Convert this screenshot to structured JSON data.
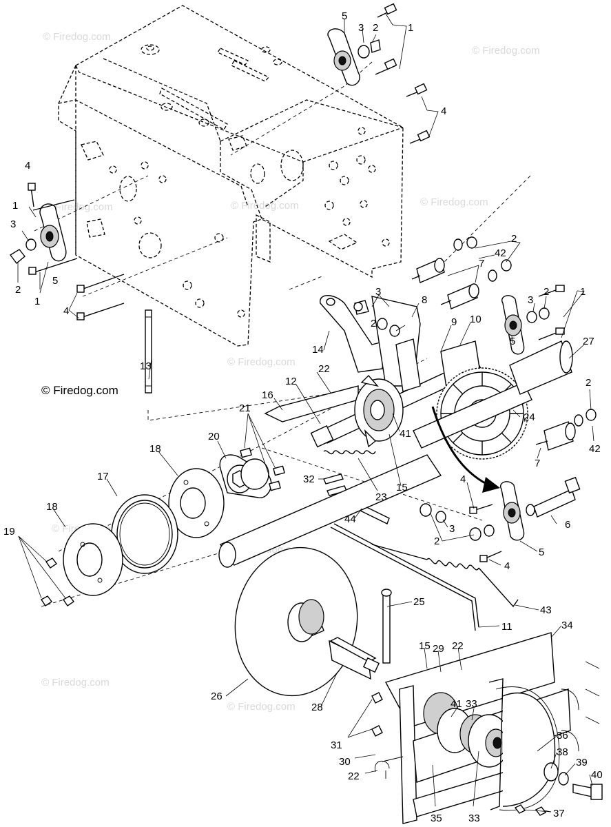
{
  "brand": "© Firedog.com",
  "watermark": "© Firedog.com",
  "watermark_copies": 10,
  "callouts": [
    {
      "id": "c5a",
      "text": "5"
    },
    {
      "id": "c3a",
      "text": "3"
    },
    {
      "id": "c2a",
      "text": "2"
    },
    {
      "id": "c1a",
      "text": "1"
    },
    {
      "id": "c4a",
      "text": "4"
    },
    {
      "id": "c4b",
      "text": "4"
    },
    {
      "id": "c1b",
      "text": "1"
    },
    {
      "id": "c3b",
      "text": "3"
    },
    {
      "id": "c2b",
      "text": "2"
    },
    {
      "id": "c5b",
      "text": "5"
    },
    {
      "id": "c1c",
      "text": "1"
    },
    {
      "id": "c4c",
      "text": "4"
    },
    {
      "id": "c2c",
      "text": "2"
    },
    {
      "id": "c42a",
      "text": "42"
    },
    {
      "id": "c7a",
      "text": "7"
    },
    {
      "id": "c3c",
      "text": "3"
    },
    {
      "id": "c8",
      "text": "8"
    },
    {
      "id": "c2d",
      "text": "2"
    },
    {
      "id": "c9",
      "text": "9"
    },
    {
      "id": "c10",
      "text": "10"
    },
    {
      "id": "c3d",
      "text": "3"
    },
    {
      "id": "c2e",
      "text": "2"
    },
    {
      "id": "c1d",
      "text": "1"
    },
    {
      "id": "c5c",
      "text": "5"
    },
    {
      "id": "c27",
      "text": "27"
    },
    {
      "id": "c14",
      "text": "14"
    },
    {
      "id": "c13",
      "text": "13"
    },
    {
      "id": "c22a",
      "text": "22"
    },
    {
      "id": "c12",
      "text": "12"
    },
    {
      "id": "c16",
      "text": "16"
    },
    {
      "id": "c2f",
      "text": "2"
    },
    {
      "id": "c42b",
      "text": "42"
    },
    {
      "id": "c7b",
      "text": "7"
    },
    {
      "id": "c24",
      "text": "24"
    },
    {
      "id": "c41a",
      "text": "41"
    },
    {
      "id": "c15a",
      "text": "15"
    },
    {
      "id": "c23",
      "text": "23"
    },
    {
      "id": "c20",
      "text": "20"
    },
    {
      "id": "c21",
      "text": "21"
    },
    {
      "id": "c18a",
      "text": "18"
    },
    {
      "id": "c17",
      "text": "17"
    },
    {
      "id": "c18b",
      "text": "18"
    },
    {
      "id": "c19",
      "text": "19"
    },
    {
      "id": "c32",
      "text": "32"
    },
    {
      "id": "c44",
      "text": "44"
    },
    {
      "id": "c4d",
      "text": "4"
    },
    {
      "id": "c6",
      "text": "6"
    },
    {
      "id": "c3e",
      "text": "3"
    },
    {
      "id": "c2g",
      "text": "2"
    },
    {
      "id": "c5d",
      "text": "5"
    },
    {
      "id": "c4e",
      "text": "4"
    },
    {
      "id": "c43",
      "text": "43"
    },
    {
      "id": "c25",
      "text": "25"
    },
    {
      "id": "c11",
      "text": "11"
    },
    {
      "id": "c34",
      "text": "34"
    },
    {
      "id": "c15b",
      "text": "15"
    },
    {
      "id": "c29",
      "text": "29"
    },
    {
      "id": "c22b",
      "text": "22"
    },
    {
      "id": "c41b",
      "text": "41"
    },
    {
      "id": "c33a",
      "text": "33"
    },
    {
      "id": "c26",
      "text": "26"
    },
    {
      "id": "c28",
      "text": "28"
    },
    {
      "id": "c36",
      "text": "36"
    },
    {
      "id": "c38",
      "text": "38"
    },
    {
      "id": "c39",
      "text": "39"
    },
    {
      "id": "c40",
      "text": "40"
    },
    {
      "id": "c31",
      "text": "31"
    },
    {
      "id": "c30",
      "text": "30"
    },
    {
      "id": "c22c",
      "text": "22"
    },
    {
      "id": "c35",
      "text": "35"
    },
    {
      "id": "c33b",
      "text": "33"
    },
    {
      "id": "c37",
      "text": "37"
    }
  ]
}
